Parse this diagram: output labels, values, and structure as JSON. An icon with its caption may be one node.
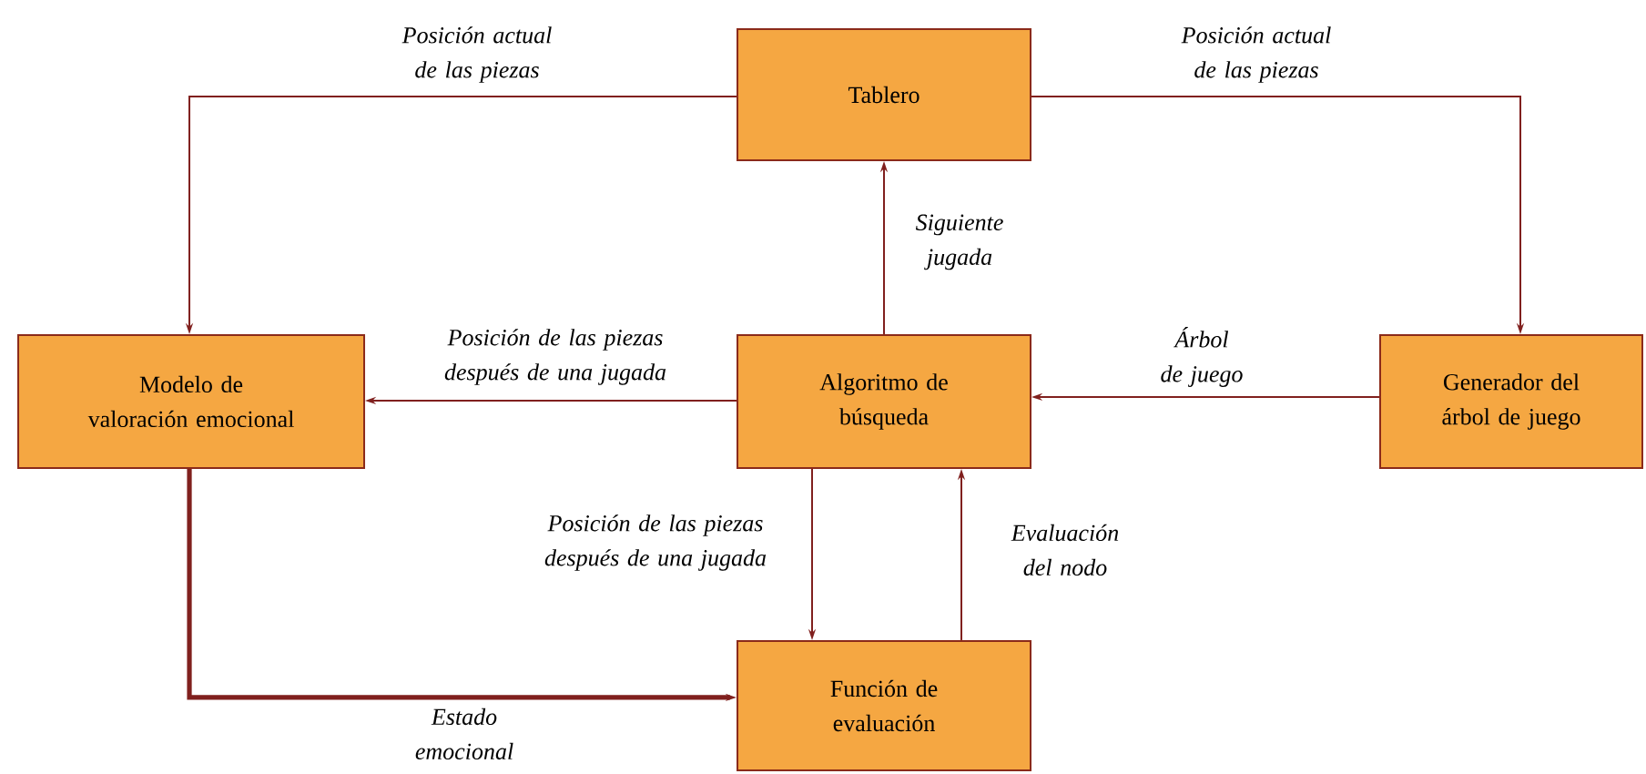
{
  "diagram": {
    "nodes": [
      {
        "text": [
          "Tablero"
        ]
      },
      {
        "text": [
          "Modelo de valoración emocional"
        ]
      },
      {
        "text": [
          "Algoritmo de búsqueda"
        ]
      },
      {
        "text": [
          "Generador del árbol de juego"
        ]
      },
      {
        "text": [
          "Función de evaluación"
        ]
      }
    ],
    "edges": [
      {
        "from": 0,
        "to": 1,
        "arrow": "to",
        "label": "Posición actual de las piezas"
      },
      {
        "from": 0,
        "to": 3,
        "arrow": "to",
        "label": "Posición actual de las piezas"
      },
      {
        "from": 2,
        "to": 0,
        "arrow": "to",
        "label": "Siguiente jugada"
      },
      {
        "from": 2,
        "to": 1,
        "arrow": "to",
        "label": "Posición de las piezas después de una jugada"
      },
      {
        "from": 3,
        "to": 2,
        "arrow": "to",
        "label": "Árbol de juego"
      },
      {
        "from": 2,
        "to": 4,
        "arrow": "to",
        "label": "Posición de las piezas después de una jugada"
      },
      {
        "from": 4,
        "to": 2,
        "arrow": "to",
        "label": "Evaluación del nodo"
      },
      {
        "from": 1,
        "to": 4,
        "arrow": "to",
        "label": "Estado emocional",
        "style": "thick"
      }
    ]
  }
}
